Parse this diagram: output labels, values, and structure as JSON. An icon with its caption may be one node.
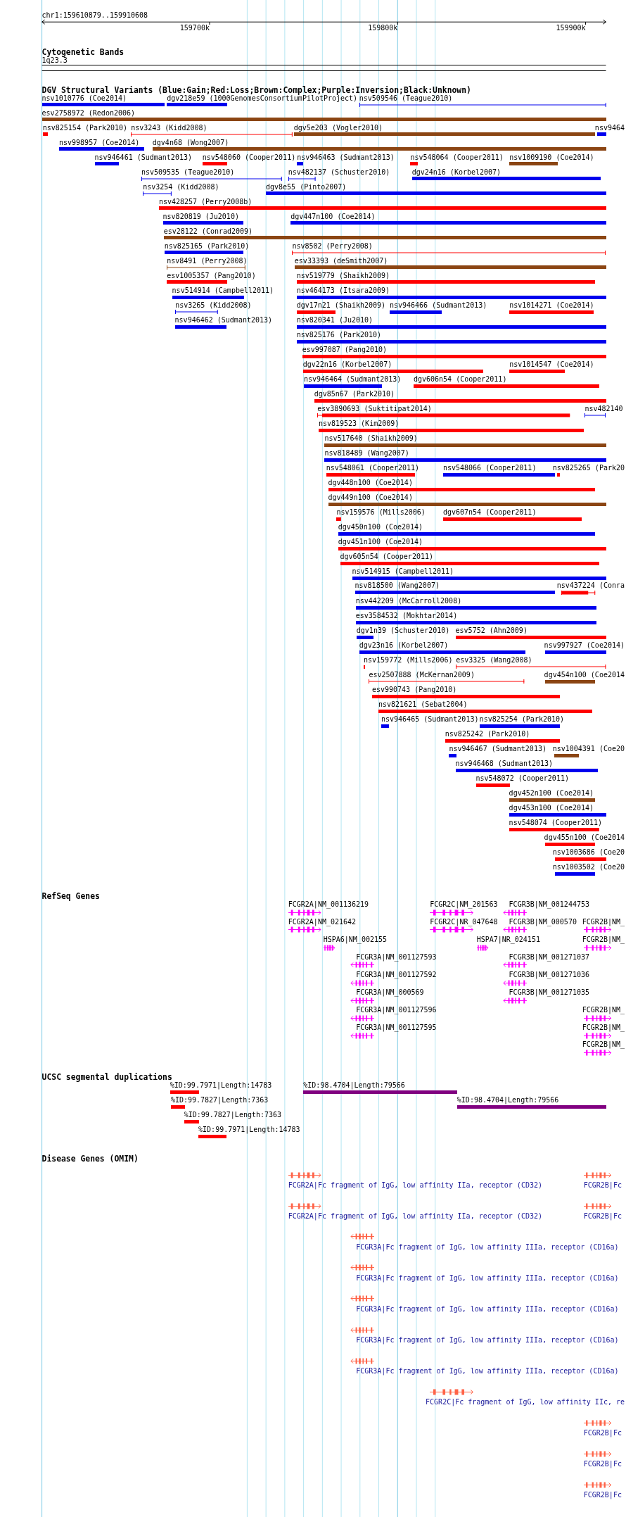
{
  "diagram": {
    "nodes": [
      {
        "text": [
          "nsv1010776 (Coe2014)"
        ]
      },
      {
        "text": [
          "dgv218e59 (1000GenomesConsortiumPilotProject)"
        ]
      },
      {
        "text": [
          "nsv509546 (Teague2010)"
        ]
      },
      {
        "text": [
          "esv2758972 (Redon2006)"
        ]
      },
      {
        "text": [
          "nsv825154 (Park2010)"
        ]
      },
      {
        "text": [
          "nsv3243 (Kidd2008)"
        ]
      },
      {
        "text": [
          "dgv5e203 (Vogler2010)"
        ]
      },
      {
        "text": [
          "nsv9464"
        ]
      },
      {
        "text": [
          "nsv998957 (Coe2014)"
        ]
      },
      {
        "text": [
          "dgv4n68 (Wong2007)"
        ]
      },
      {
        "text": [
          "nsv946461 (Sudmant2013)"
        ]
      },
      {
        "text": [
          "nsv548060 (Cooper2011)"
        ]
      },
      {
        "text": [
          "nsv946463 (Sudmant2013)"
        ]
      },
      {
        "text": [
          "nsv548064 (Cooper2011)"
        ]
      },
      {
        "text": [
          "nsv1009190 (Coe2014)"
        ]
      },
      {
        "text": [
          "nsv509535 (Teague2010)"
        ]
      },
      {
        "text": [
          "nsv482137 (Schuster2010)"
        ]
      },
      {
        "text": [
          "dgv24n16 (Korbel2007)"
        ]
      },
      {
        "text": [
          "nsv3254 (Kidd2008)"
        ]
      },
      {
        "text": [
          "dgv8e55 (Pinto2007)"
        ]
      },
      {
        "text": [
          "nsv428257 (Perry2008b)"
        ]
      },
      {
        "text": [
          "nsv820819 (Ju2010)"
        ]
      },
      {
        "text": [
          "dgv447n100 (Coe2014)"
        ]
      },
      {
        "text": [
          "esv28122 (Conrad2009)"
        ]
      },
      {
        "text": [
          "nsv825165 (Park2010)"
        ]
      },
      {
        "text": [
          "nsv8502 (Perry2008)"
        ]
      },
      {
        "text": [
          "nsv8491 (Perry2008)"
        ]
      },
      {
        "text": [
          "esv33393 (deSmith2007)"
        ]
      },
      {
        "text": [
          "esv1005357 (Pang2010)"
        ]
      },
      {
        "text": [
          "nsv519779 (Shaikh2009)"
        ]
      },
      {
        "text": [
          "nsv514914 (Campbell2011)"
        ]
      },
      {
        "text": [
          "nsv464173 (Itsara2009)"
        ]
      },
      {
        "text": [
          "nsv3265 (Kidd2008)"
        ]
      },
      {
        "text": [
          "dgv17n21 (Shaikh2009)"
        ]
      },
      {
        "text": [
          "nsv946466 (Sudmant2013)"
        ]
      },
      {
        "text": [
          "nsv1014271 (Coe2014)"
        ]
      },
      {
        "text": [
          "nsv946462 (Sudmant2013)"
        ]
      },
      {
        "text": [
          "nsv820341 (Ju2010)"
        ]
      },
      {
        "text": [
          "nsv825176 (Park2010)"
        ]
      },
      {
        "text": [
          "esv997087 (Pang2010)"
        ]
      },
      {
        "text": [
          "dgv22n16 (Korbel2007)"
        ]
      },
      {
        "text": [
          "nsv1014547 (Coe2014)"
        ]
      },
      {
        "text": [
          "nsv946464 (Sudmant2013)"
        ]
      },
      {
        "text": [
          "dgv606n54 (Cooper2011)"
        ]
      },
      {
        "text": [
          "dgv85n67 (Park2010)"
        ]
      },
      {
        "text": [
          "esv3890693 (Suktitipat2014)"
        ]
      },
      {
        "text": [
          "nsv482140"
        ]
      },
      {
        "text": [
          "nsv819523 (Kim2009)"
        ]
      },
      {
        "text": [
          "nsv517640 (Shaikh2009)"
        ]
      },
      {
        "text": [
          "nsv818489 (Wang2007)"
        ]
      },
      {
        "text": [
          "nsv548061 (Cooper2011)"
        ]
      },
      {
        "text": [
          "nsv548066 (Cooper2011)"
        ]
      },
      {
        "text": [
          "nsv825265 (Park20"
        ]
      },
      {
        "text": [
          "dgv448n100 (Coe2014)"
        ]
      },
      {
        "text": [
          "dgv449n100 (Coe2014)"
        ]
      },
      {
        "text": [
          "nsv159576 (Mills2006)"
        ]
      },
      {
        "text": [
          "dgv607n54 (Cooper2011)"
        ]
      },
      {
        "text": [
          "dgv450n100 (Coe2014)"
        ]
      },
      {
        "text": [
          "dgv451n100 (Coe2014)"
        ]
      },
      {
        "text": [
          "dgv605n54 (Cooper2011)"
        ]
      },
      {
        "text": [
          "nsv514915 (Campbell2011)"
        ]
      },
      {
        "text": [
          "nsv818500 (Wang2007)"
        ]
      },
      {
        "text": [
          "nsv437224 (Conra"
        ]
      },
      {
        "text": [
          "nsv442209 (McCarroll2008)"
        ]
      },
      {
        "text": [
          "esv3584532 (Mokhtar2014)"
        ]
      },
      {
        "text": [
          "dgv1n39 (Schuster2010)"
        ]
      },
      {
        "text": [
          "esv5752 (Ahn2009)"
        ]
      },
      {
        "text": [
          "dgv23n16 (Korbel2007)"
        ]
      },
      {
        "text": [
          "nsv997927 (Coe2014)"
        ]
      },
      {
        "text": [
          "nsv159772 (Mills2006)"
        ]
      },
      {
        "text": [
          "esv3325 (Wang2008)"
        ]
      },
      {
        "text": [
          "esv2507888 (McKernan2009)"
        ]
      },
      {
        "text": [
          "dgv454n100 (Coe2014"
        ]
      },
      {
        "text": [
          "esv990743 (Pang2010)"
        ]
      },
      {
        "text": [
          "nsv821621 (Sebat2004)"
        ]
      },
      {
        "text": [
          "nsv946465 (Sudmant2013)"
        ]
      },
      {
        "text": [
          "nsv825254 (Park2010)"
        ]
      },
      {
        "text": [
          "nsv825242 (Park2010)"
        ]
      },
      {
        "text": [
          "nsv946467 (Sudmant2013)"
        ]
      },
      {
        "text": [
          "nsv1004391 (Coe20"
        ]
      },
      {
        "text": [
          "nsv946468 (Sudmant2013)"
        ]
      },
      {
        "text": [
          "nsv548072 (Cooper2011)"
        ]
      },
      {
        "text": [
          "dgv452n100 (Coe2014)"
        ]
      },
      {
        "text": [
          "dgv453n100 (Coe2014)"
        ]
      },
      {
        "text": [
          "nsv548074 (Cooper2011)"
        ]
      },
      {
        "text": [
          "dgv455n100 (Coe2014"
        ]
      },
      {
        "text": [
          "nsv1003686 (Coe20"
        ]
      },
      {
        "text": [
          "nsv1003502 (Coe20"
        ]
      },
      {
        "text": [
          "FCGR2A|NM_001136219"
        ]
      },
      {
        "text": [
          "FCGR2C|NM_201563"
        ]
      },
      {
        "text": [
          "FCGR3B|NM_001244753"
        ]
      },
      {
        "text": [
          "FCGR2A|NM_021642"
        ]
      },
      {
        "text": [
          "FCGR2C|NR_047648"
        ]
      },
      {
        "text": [
          "FCGR3B|NM_000570"
        ]
      },
      {
        "text": [
          "FCGR2B|NM_"
        ]
      },
      {
        "text": [
          "HSPA6|NM_002155"
        ]
      },
      {
        "text": [
          "HSPA7|NR_024151"
        ]
      },
      {
        "text": [
          "FCGR2B|NM_"
        ]
      },
      {
        "text": [
          "FCGR3A|NM_001127593"
        ]
      },
      {
        "text": [
          "FCGR3B|NM_001271037"
        ]
      },
      {
        "text": [
          "FCGR3A|NM_001127592"
        ]
      },
      {
        "text": [
          "FCGR3B|NM_001271036"
        ]
      },
      {
        "text": [
          "FCGR3A|NM_000569"
        ]
      },
      {
        "text": [
          "FCGR3B|NM_001271035"
        ]
      },
      {
        "text": [
          "FCGR3A|NM_001127596"
        ]
      },
      {
        "text": [
          "FCGR2B|NM_"
        ]
      },
      {
        "text": [
          "FCGR3A|NM_001127595"
        ]
      },
      {
        "text": [
          "FCGR2B|NM_"
        ]
      },
      {
        "text": [
          "FCGR2B|NM_"
        ]
      },
      {
        "text": [
          "%ID:99.7971|Length:14783"
        ]
      },
      {
        "text": [
          "%ID:98.4704|Length:79566"
        ]
      },
      {
        "text": [
          "%ID:99.7827|Length:7363"
        ]
      },
      {
        "text": [
          "%ID:98.4704|Length:79566"
        ]
      },
      {
        "text": [
          "%ID:99.7827|Length:7363"
        ]
      },
      {
        "text": [
          "%ID:99.7971|Length:14783"
        ]
      },
      {
        "text": [
          "FCGR2A|Fc fragment of IgG, low affinity IIa, receptor (CD32)"
        ]
      },
      {
        "text": [
          "FCGR2B|Fc"
        ]
      },
      {
        "text": [
          "FCGR2A|Fc fragment of IgG, low affinity IIa, receptor (CD32)"
        ]
      },
      {
        "text": [
          "FCGR2B|Fc"
        ]
      },
      {
        "text": [
          "FCGR3A|Fc fragment of IgG, low affinity IIIa, receptor (CD16a)"
        ]
      },
      {
        "text": [
          "FCGR3A|Fc fragment of IgG, low affinity IIIa, receptor (CD16a)"
        ]
      },
      {
        "text": [
          "FCGR3A|Fc fragment of IgG, low affinity IIIa, receptor (CD16a)"
        ]
      },
      {
        "text": [
          "FCGR3A|Fc fragment of IgG, low affinity IIIa, receptor (CD16a)"
        ]
      },
      {
        "text": [
          "FCGR3A|Fc fragment of IgG, low affinity IIIa, receptor (CD16a)"
        ]
      },
      {
        "text": [
          "FCGR2C|Fc fragment of IgG, low affinity IIc, re"
        ]
      },
      {
        "text": [
          "FCGR2B|Fc"
        ]
      },
      {
        "text": [
          "FCGR2B|Fc"
        ]
      },
      {
        "text": [
          "FCGR2B|Fc"
        ]
      }
    ],
    "labels": [
      "chr1:159610879..159910608",
      "159700k",
      "159800k",
      "159900k",
      "Cytogenetic Bands",
      "1q23.3",
      "DGV Structural Variants (Blue:Gain;Red:Loss;Brown:Complex;Purple:Inversion;Black:Unknown)",
      "RefSeq Genes",
      "UCSC segmental duplications",
      "Disease Genes (OMIM)"
    ]
  }
}
